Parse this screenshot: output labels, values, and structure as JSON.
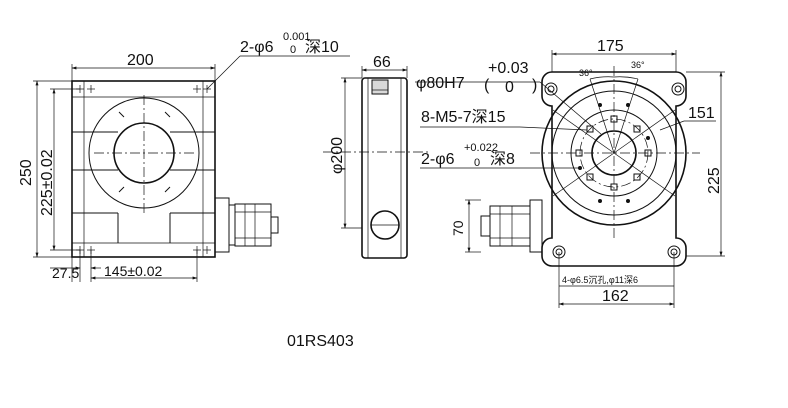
{
  "drawing": {
    "model": "01RS403",
    "front_view": {
      "width_top": "200",
      "height_left": "250",
      "height_inner": "225±0.02",
      "bottom_offset": "27.5",
      "bottom_span": "145±0.02",
      "pin_hole_prefix": "2-φ6",
      "pin_hole_tol_upper": "0.001",
      "pin_hole_tol_lower": "0",
      "pin_hole_depth": "深10"
    },
    "side_view": {
      "width_top": "66",
      "diameter": "φ200",
      "motor_height": "70"
    },
    "top_view": {
      "width_top": "175",
      "bore": "φ80H7",
      "bore_tol_upper": "+0.03",
      "bore_tol_lower": "0",
      "paren_open": "(",
      "paren_close": ")",
      "angle_left": "36°",
      "angle_right": "36°",
      "thread": "8-M5-7深15",
      "pcd": "151",
      "pin_prefix": "2-φ6",
      "pin_tol_upper": "+0.022",
      "pin_tol_lower": "0",
      "pin_depth": "深8",
      "height_right": "225",
      "counterbore": "4-φ6.5沉孔,φ11深6",
      "width_bottom": "162"
    }
  }
}
